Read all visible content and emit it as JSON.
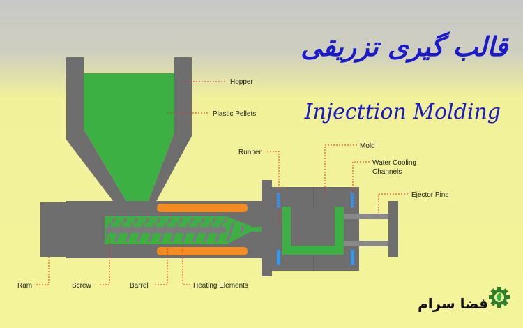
{
  "title_persian": "قالب گیری تزریقی",
  "title_english": "Injecttion Molding",
  "labels": {
    "hopper": "Hopper",
    "plastic_pellets": "Plastic Pellets",
    "runner": "Runner",
    "mold": "Mold",
    "water_cooling": "Water Cooling",
    "channels": "Channels",
    "ejector_pins": "Ejector Pins",
    "ram": "Ram",
    "screw": "Screw",
    "barrel": "Barrel",
    "heating_elements": "Heating Elements"
  },
  "logo": {
    "name": "فضا سرام",
    "icon": "gear-leaf-icon"
  },
  "colors": {
    "machine": "#6e6e6e",
    "plastic": "#3cb043",
    "heater": "#f28b22",
    "coolant": "#3399ee",
    "leader": "#e53030",
    "title": "#1a1acc"
  }
}
